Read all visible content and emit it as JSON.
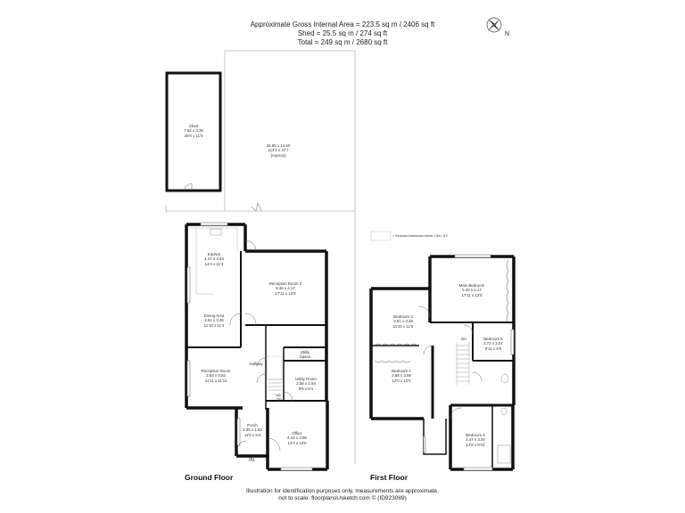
{
  "header": {
    "gross_area": "Approximate Gross Internal Area = 223.5 sq m / 2406 sq ft",
    "shed_area": "Shed = 25.5 sq m / 274 sq ft",
    "total_area": "Total = 249 sq m / 2680 sq ft"
  },
  "compass": {
    "icon": "north-compass-icon",
    "label": "N"
  },
  "outbuildings": {
    "shed": {
      "name": "Shed",
      "metric": "7.62 x 3.35",
      "imperial": "25'0 x 11'0"
    },
    "garden": {
      "metric": "34.85 x 14.50",
      "imperial": "114'4 x 47'7",
      "note": "(Approx)"
    }
  },
  "legend": {
    "text": "= Reduced headroom below 1.5m / 5'0"
  },
  "ground_floor": {
    "title": "Ground Floor",
    "rooms": [
      {
        "name": "Kitchen",
        "metric": "4.37 x 3.43",
        "imperial": "14'4 x 11'3"
      },
      {
        "name": "Reception Room 2",
        "metric": "5.46 x 4.17",
        "imperial": "17'11 x 13'8"
      },
      {
        "name": "Dining Area",
        "metric": "3.61 x 3.45",
        "imperial": "11'10 x 11'4"
      },
      {
        "name": "Reception Room",
        "metric": "3.63 x 3.63",
        "imperial": "11'11 x 11'11"
      },
      {
        "name": "Hallway",
        "metric": "",
        "imperial": ""
      },
      {
        "name": "Utility Space",
        "metric": "",
        "imperial": ""
      },
      {
        "name": "Utility Room",
        "metric": "2.58 x 2.54",
        "imperial": "8'6 x 8'4"
      },
      {
        "name": "Porch",
        "metric": "3.35 x 1.63",
        "imperial": "11'0 x 5'4"
      },
      {
        "name": "Office",
        "metric": "4.44 x 3.96",
        "imperial": "14'7 x 13'0"
      }
    ],
    "stairs": {
      "up": "Up",
      "down": "Dn"
    },
    "entrance": "IN"
  },
  "first_floor": {
    "title": "First Floor",
    "rooms": [
      {
        "name": "Main Bedroom",
        "metric": "5.46 x 4.17",
        "imperial": "17'11 x 13'8"
      },
      {
        "name": "Bedroom 3",
        "metric": "3.61 x 3.48",
        "imperial": "11'10 x 11'5"
      },
      {
        "name": "Bedroom 5",
        "metric": "2.72 x 2.07",
        "imperial": "8'11 x 6'9"
      },
      {
        "name": "Bedroom 2",
        "metric": "3.88 x 3.68",
        "imperial": "12'0 x 12'0"
      },
      {
        "name": "Bedroom 4",
        "metric": "4.47 x 3.00",
        "imperial": "14'8 x 9'10"
      }
    ],
    "stairs": {
      "down": "Dn"
    }
  },
  "footer": {
    "line1": "Illustration for identification purposes only, measurements are approximate,",
    "line2": "not to scale. floorplansUsketch.com © (ID923089)"
  }
}
